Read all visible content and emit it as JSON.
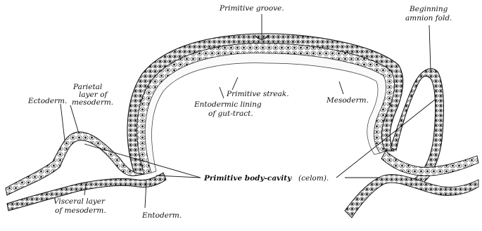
{
  "labels": {
    "primitive_groove": "Primitive groove.",
    "beginning_amnion_fold_1": "Beginning",
    "beginning_amnion_fold_2": "amnion fold.",
    "parietal_layer_1": "Parietal",
    "parietal_layer_2": "layer of",
    "parietal_layer_3": "mesoderm.",
    "ectoderm": "Ectoderm.",
    "primitive_streak": "Primitive streak.",
    "mesoderm": "Mesoderm.",
    "entodermic_lining_1": "Entodermic lining",
    "entodermic_lining_2": "of gut-tract.",
    "primitive_body_cavity": "Primitive body-cavity",
    "celom": "(celom).",
    "visceral_layer_1": "Visceral layer",
    "visceral_layer_2": "of mesoderm.",
    "entoderm": "Entoderm."
  }
}
